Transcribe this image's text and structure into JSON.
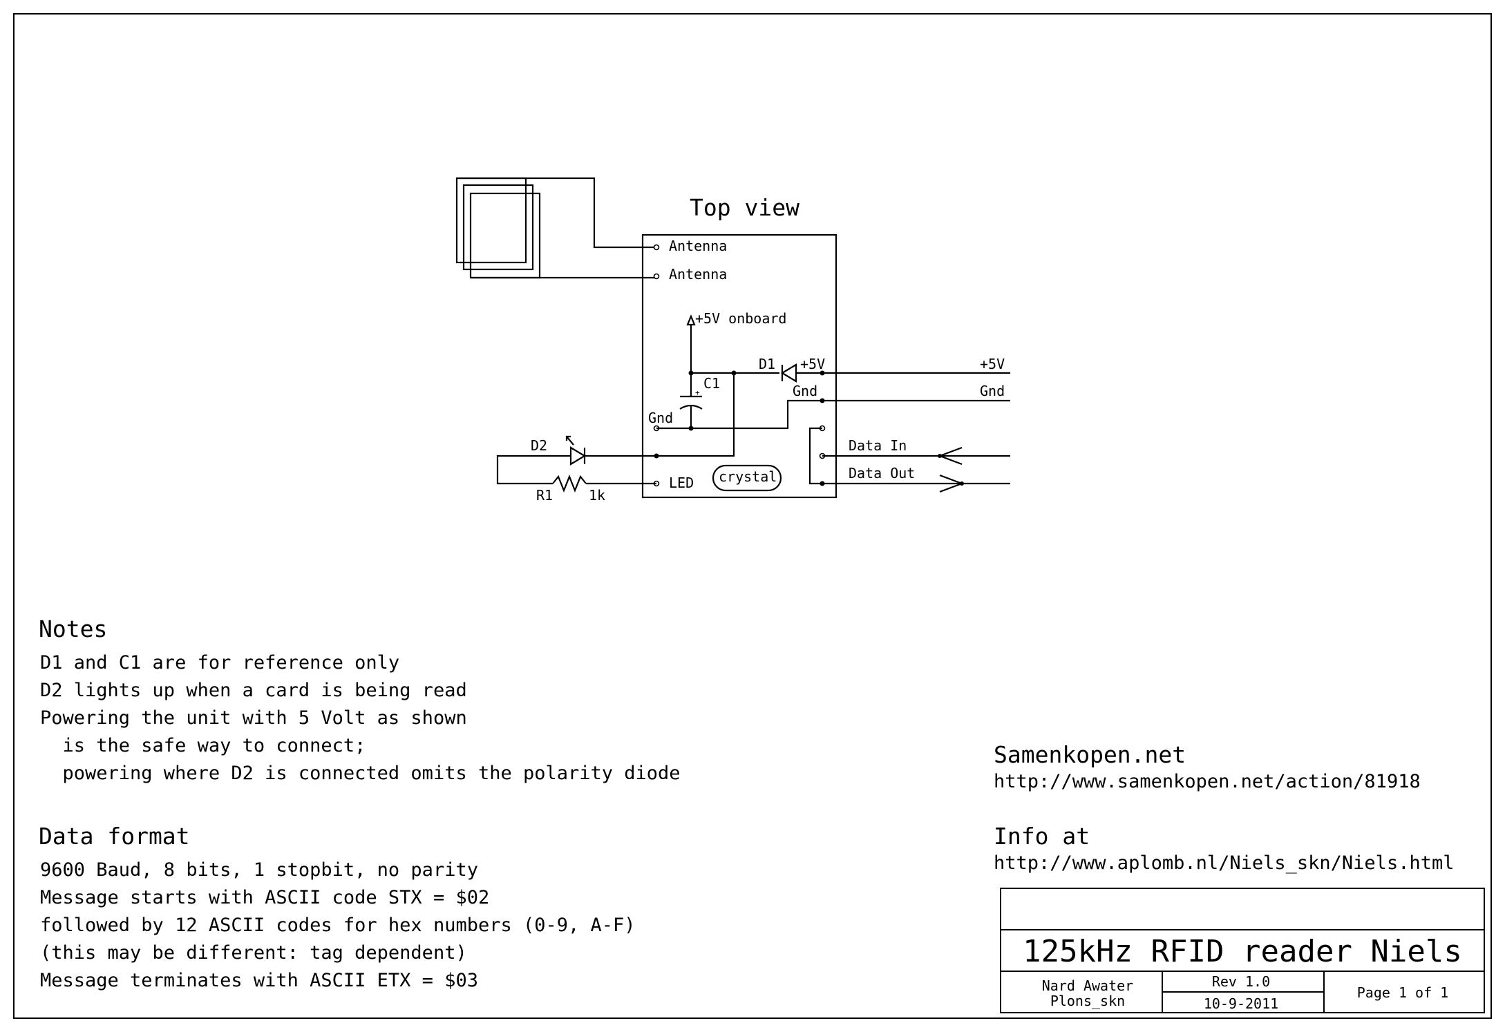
{
  "diagram": {
    "heading": "Top view",
    "module_pins": {
      "antenna_1": "Antenna",
      "antenna_2": "Antenna",
      "led": "LED",
      "data_in": "Data In",
      "data_out": "Data Out",
      "plus5v_pin": "+5V",
      "gnd_pin": "Gnd"
    },
    "components": {
      "onboard_supply": "+5V onboard",
      "d1": "D1",
      "c1": "C1",
      "d2": "D2",
      "r1": "R1",
      "r1_value": "1k",
      "crystal": "crystal",
      "gnd_internal": "Gnd"
    },
    "external": {
      "plus5v": "+5V",
      "gnd": "Gnd"
    }
  },
  "notes": {
    "heading": "Notes",
    "lines": [
      "D1 and C1 are for reference only",
      "D2 lights up when a card is being read",
      "Powering the unit with 5 Volt as shown",
      "  is the safe way to connect;",
      "  powering where D2 is connected omits the polarity diode"
    ]
  },
  "data_format": {
    "heading": "Data format",
    "lines": [
      "9600 Baud, 8 bits, 1 stopbit, no parity",
      "Message starts with ASCII code STX = $02",
      "followed by 12 ASCII codes for hex numbers (0-9, A-F)",
      "(this may be different: tag dependent)",
      "Message terminates with ASCII ETX = $03"
    ]
  },
  "links": {
    "samenkopen_heading": "Samenkopen.net",
    "samenkopen_url": "http://www.samenkopen.net/action/81918",
    "info_heading": "Info at",
    "info_url": "http://www.aplomb.nl/Niels_skn/Niels.html"
  },
  "title_block": {
    "title": "125kHz RFID reader Niels",
    "author_1": "Nard Awater",
    "author_2": "Plons_skn",
    "revision": "Rev 1.0",
    "date": "10-9-2011",
    "page": "Page 1 of 1"
  }
}
